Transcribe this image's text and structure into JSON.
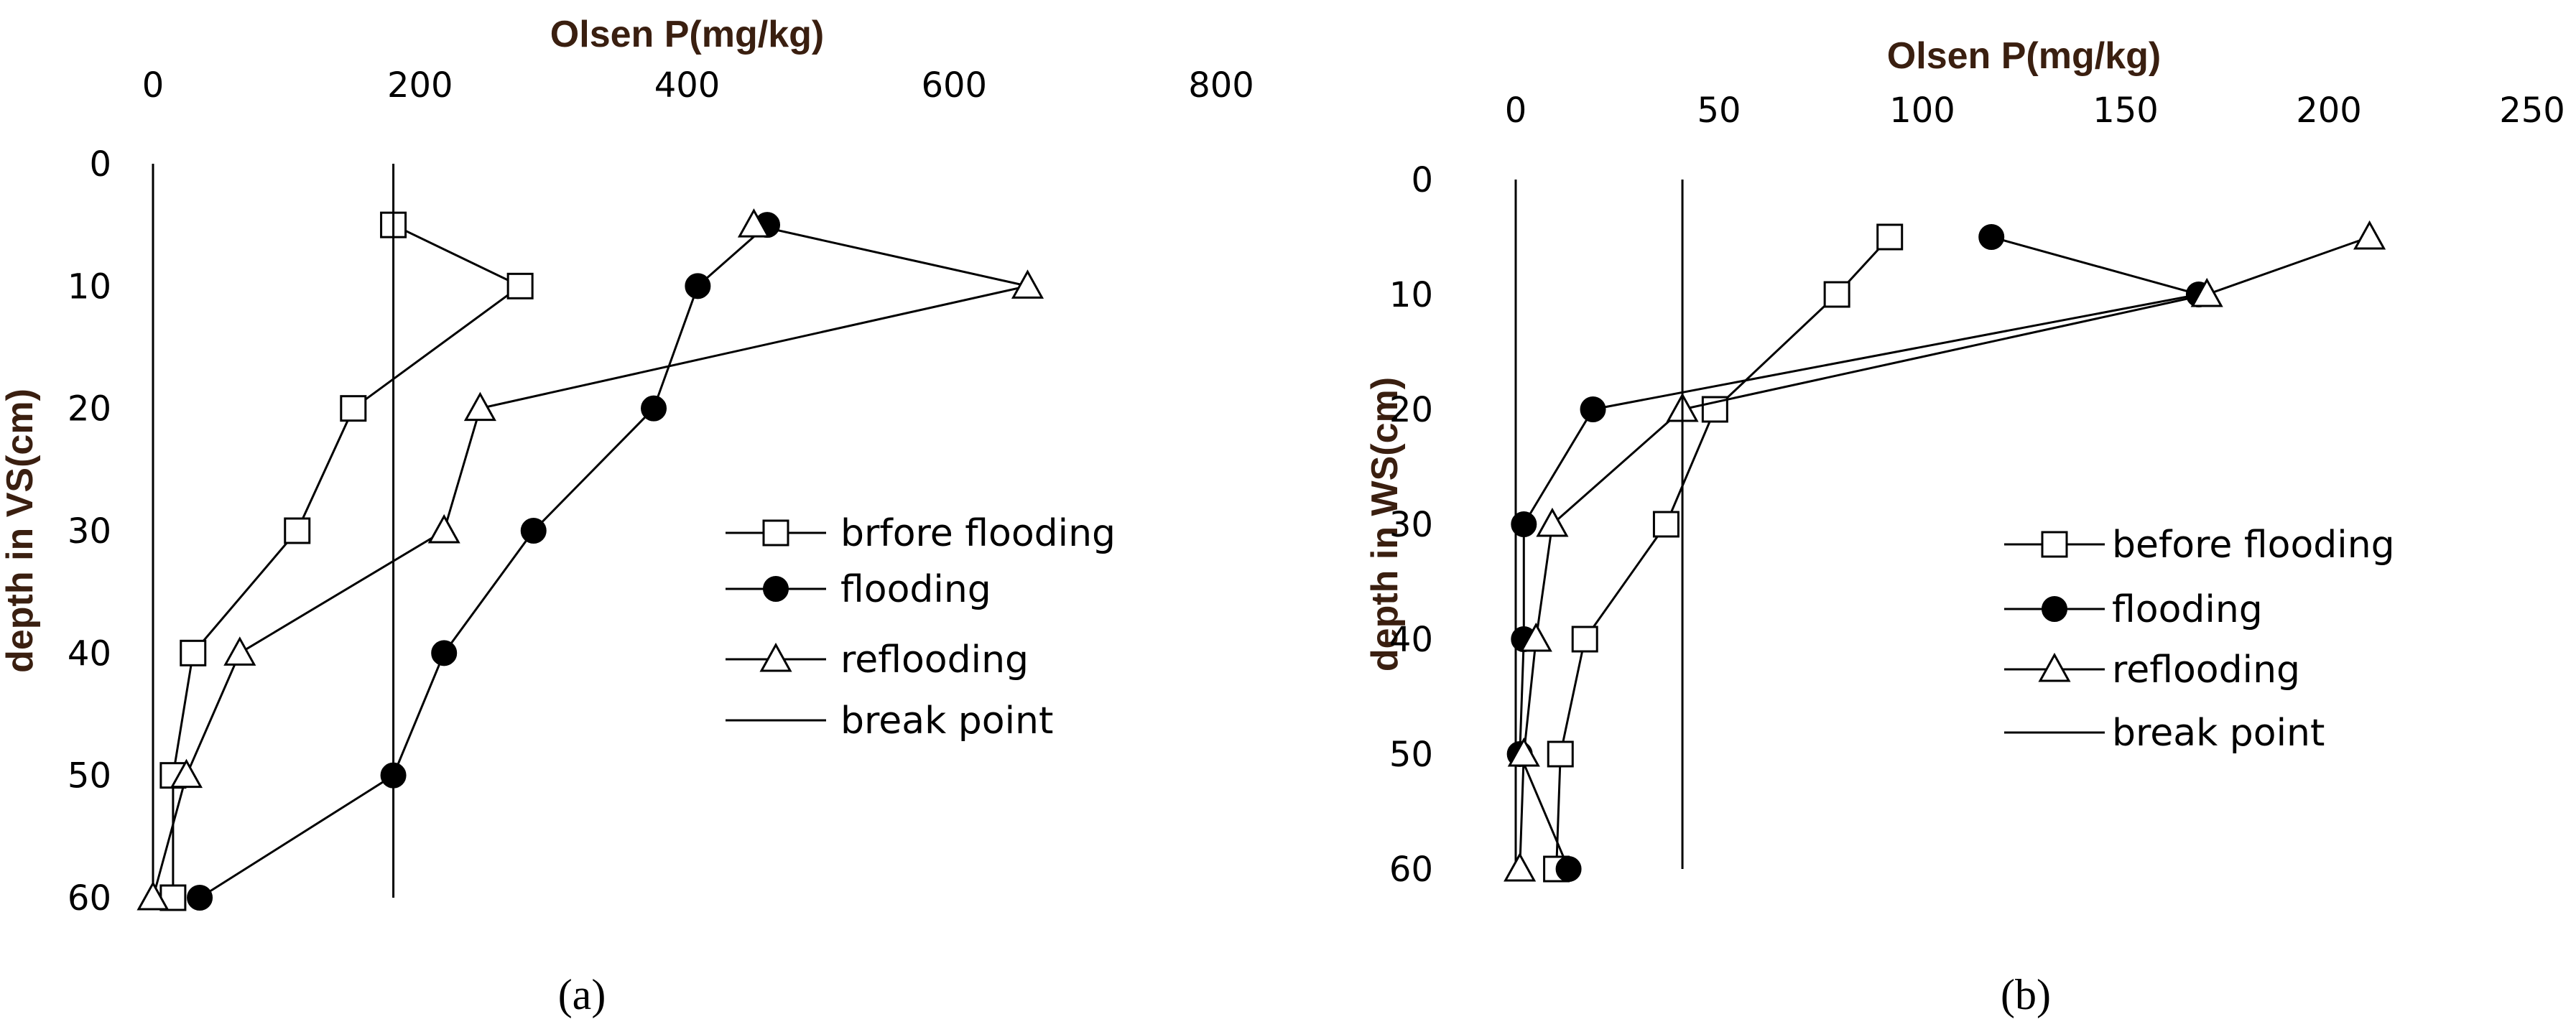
{
  "chart_data": [
    {
      "type": "line",
      "panel_label": "(a)",
      "xlabel": "Olsen P(mg/kg)",
      "ylabel": "depth in VS(cm)",
      "x_axis_position": "top",
      "y_inverted": true,
      "xlim": [
        0,
        800
      ],
      "ylim": [
        0,
        60
      ],
      "x_ticks": [
        "0",
        "200",
        "400",
        "600",
        "800"
      ],
      "y_ticks": [
        "0",
        "10",
        "20",
        "30",
        "40",
        "50",
        "60"
      ],
      "legend_position": "right",
      "series": [
        {
          "name": "brfore flooding",
          "marker": "square-open",
          "x": [
            180,
            275,
            150,
            108,
            30,
            15,
            15
          ],
          "y": [
            5,
            10,
            20,
            30,
            40,
            50,
            60
          ]
        },
        {
          "name": "flooding",
          "marker": "circle-filled",
          "x": [
            460,
            408,
            375,
            285,
            218,
            180,
            35
          ],
          "y": [
            5,
            10,
            20,
            30,
            40,
            50,
            60
          ]
        },
        {
          "name": "reflooding",
          "marker": "triangle-open",
          "x": [
            450,
            655,
            245,
            218,
            65,
            25,
            0
          ],
          "y": [
            5,
            10,
            20,
            30,
            40,
            50,
            60
          ]
        },
        {
          "name": "break point",
          "marker": "none",
          "vertical_at_x": 180
        }
      ]
    },
    {
      "type": "line",
      "panel_label": "(b)",
      "xlabel": "Olsen P(mg/kg)",
      "ylabel": "depth in WS(cm)",
      "x_axis_position": "top",
      "y_inverted": true,
      "xlim": [
        0,
        250
      ],
      "ylim": [
        0,
        60
      ],
      "x_ticks": [
        "0",
        "50",
        "100",
        "150",
        "200",
        "250"
      ],
      "y_ticks": [
        "0",
        "10",
        "20",
        "30",
        "40",
        "50",
        "60"
      ],
      "legend_position": "right",
      "series": [
        {
          "name": "before flooding",
          "marker": "square-open",
          "x": [
            92,
            79,
            49,
            37,
            17,
            11,
            10
          ],
          "y": [
            5,
            10,
            20,
            30,
            40,
            50,
            60
          ]
        },
        {
          "name": "flooding",
          "marker": "circle-filled",
          "x": [
            117,
            168,
            19,
            2,
            2,
            1,
            13
          ],
          "y": [
            5,
            10,
            20,
            30,
            40,
            50,
            60
          ]
        },
        {
          "name": "reflooding",
          "marker": "triangle-open",
          "x": [
            210,
            170,
            41,
            9,
            5,
            2,
            1
          ],
          "y": [
            5,
            10,
            20,
            30,
            40,
            50,
            60
          ]
        },
        {
          "name": "break point",
          "marker": "none",
          "vertical_at_x": 41
        }
      ]
    }
  ]
}
